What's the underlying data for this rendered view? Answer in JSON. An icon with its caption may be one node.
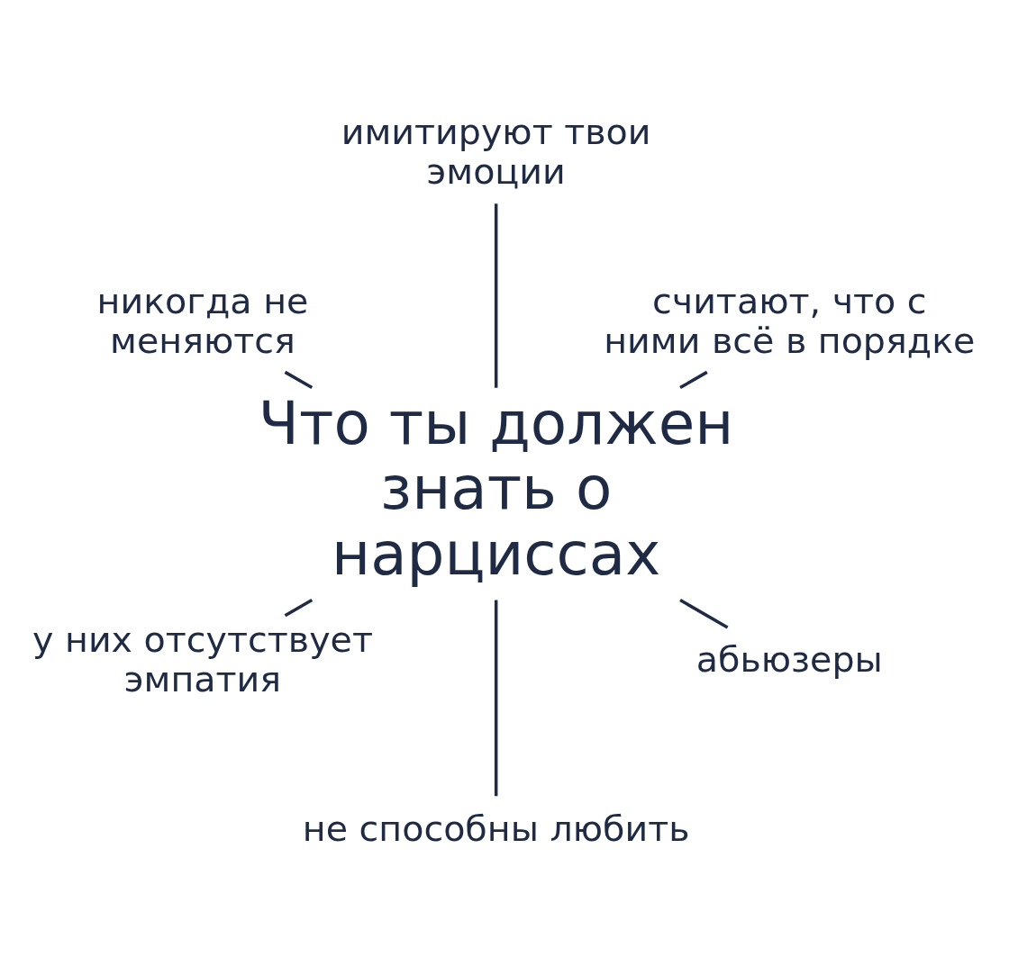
{
  "diagram": {
    "nodes": [
      {
        "text": [
          "Что ты должен знать о нарциссах"
        ]
      },
      {
        "text": [
          "считают, что с ними всё в порядке"
        ]
      },
      {
        "text": [
          "имитируют твои эмоции"
        ]
      },
      {
        "text": [
          "никогда не меняются"
        ]
      },
      {
        "text": [
          "у них отсутствует эмпатия"
        ]
      },
      {
        "text": [
          "не способны любить"
        ]
      },
      {
        "text": [
          "абьюзеры"
        ]
      }
    ],
    "edges": [
      {
        "from": 0,
        "to": 1,
        "arrow": "none"
      },
      {
        "from": 0,
        "to": 2,
        "arrow": "none"
      },
      {
        "from": 0,
        "to": 3,
        "arrow": "none"
      },
      {
        "from": 0,
        "to": 4,
        "arrow": "none"
      },
      {
        "from": 0,
        "to": 5,
        "arrow": "none"
      },
      {
        "from": 0,
        "to": 6,
        "arrow": "none"
      }
    ]
  }
}
